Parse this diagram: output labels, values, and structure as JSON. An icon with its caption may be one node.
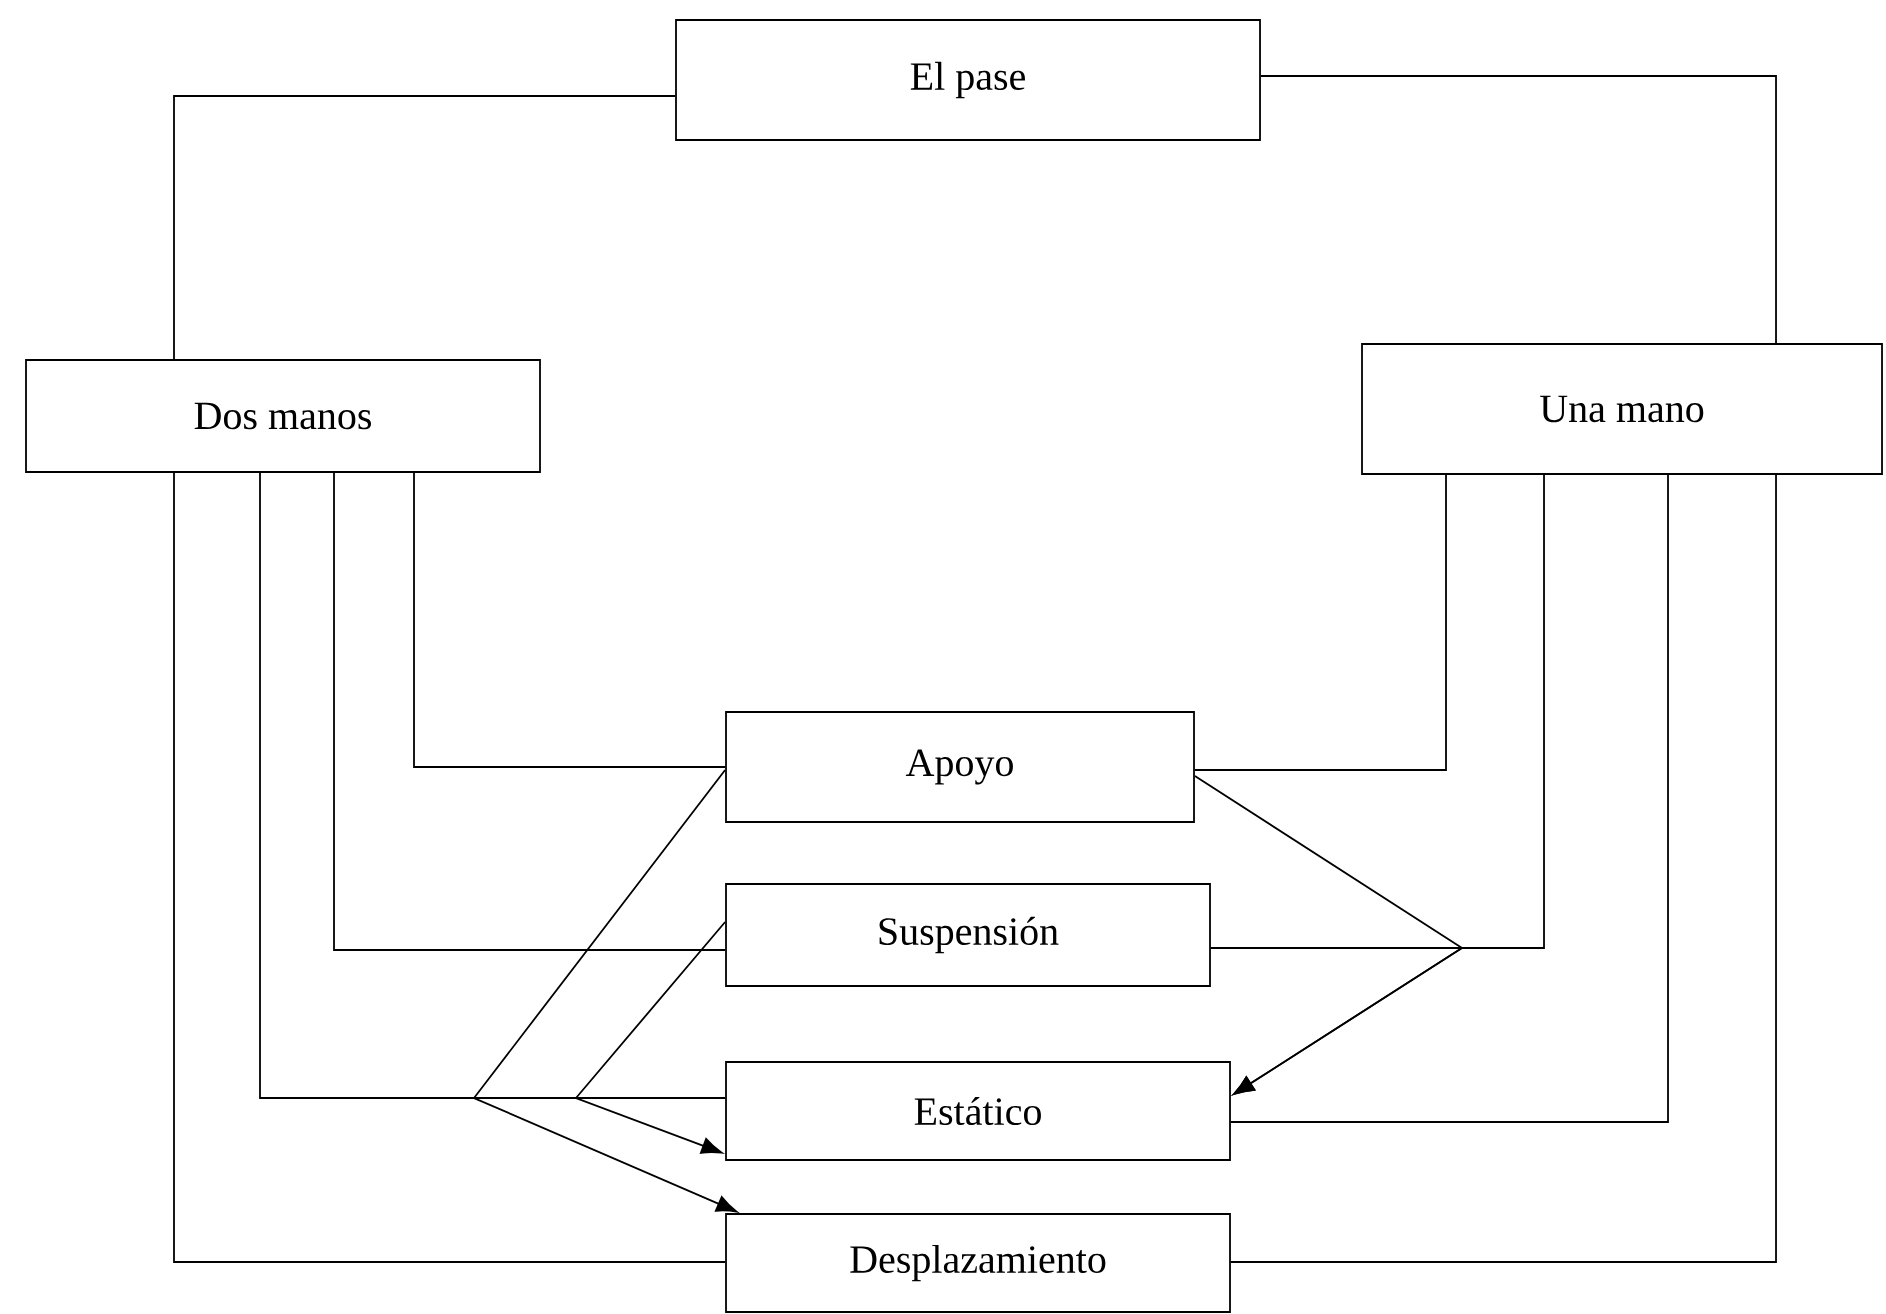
{
  "diagram": {
    "nodes": [
      {
        "text": [
          "El pase"
        ]
      },
      {
        "text": [
          "Dos manos"
        ]
      },
      {
        "text": [
          "Una mano"
        ]
      },
      {
        "text": [
          "Apoyo"
        ]
      },
      {
        "text": [
          "Suspensión"
        ]
      },
      {
        "text": [
          "Estático"
        ]
      },
      {
        "text": [
          "Desplazamiento"
        ]
      }
    ],
    "edges": [
      {
        "from": 0,
        "to": 1,
        "arrow": "none"
      },
      {
        "from": 0,
        "to": 2,
        "arrow": "none"
      },
      {
        "from": 1,
        "to": 3,
        "arrow": "none"
      },
      {
        "from": 1,
        "to": 4,
        "arrow": "none"
      },
      {
        "from": 1,
        "to": 5,
        "arrow": "none"
      },
      {
        "from": 1,
        "to": 6,
        "arrow": "none"
      },
      {
        "from": 2,
        "to": 3,
        "arrow": "none"
      },
      {
        "from": 2,
        "to": 4,
        "arrow": "none"
      },
      {
        "from": 2,
        "to": 5,
        "arrow": "none"
      },
      {
        "from": 2,
        "to": 6,
        "arrow": "none"
      },
      {
        "from": 3,
        "to": 6,
        "arrow": "to"
      },
      {
        "from": 4,
        "to": 5,
        "arrow": "to"
      },
      {
        "from": 3,
        "to": 5,
        "arrow": "to"
      },
      {
        "from": 4,
        "to": 5,
        "arrow": "to"
      }
    ]
  }
}
